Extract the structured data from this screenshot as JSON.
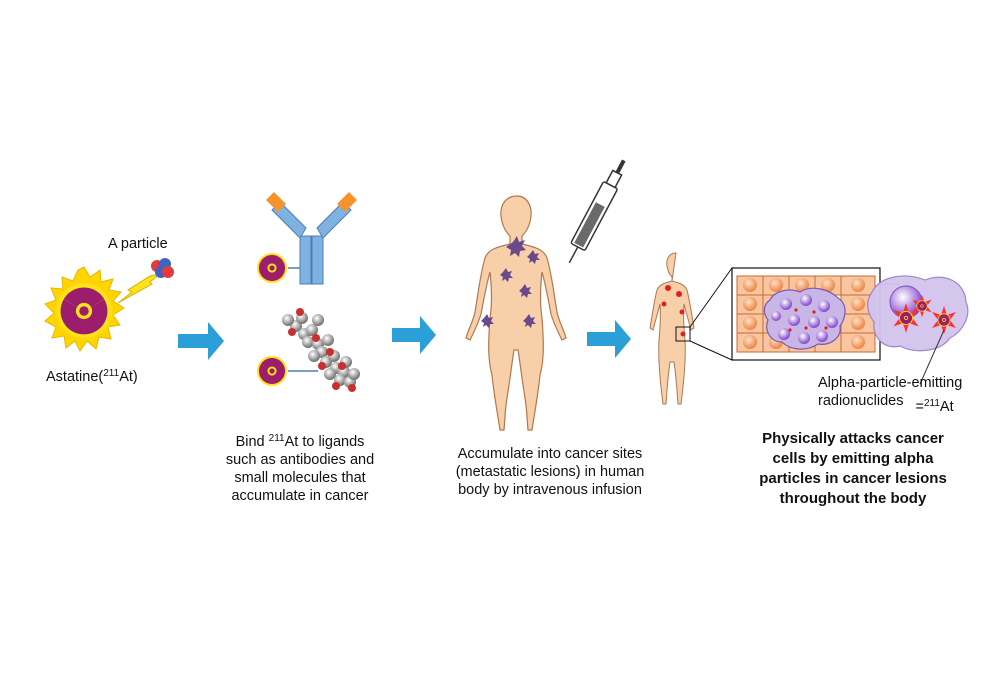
{
  "labels": {
    "particle": "A particle",
    "astatine_prefix": "Astatine(",
    "astatine_mass": "211",
    "astatine_suffix": "At)",
    "step1_line1_prefix": "Bind ",
    "step1_line1_mass": "211",
    "step1_line1_suffix": "At to ligands",
    "step1_line2": "such as antibodies and",
    "step1_line3": "small molecules that",
    "step1_line4": "accumulate  in cancer",
    "step2_line1": "Accumulate  into cancer sites",
    "step2_line2": "(metastatic lesions) in human",
    "step2_line3": "body by intravenous infusion",
    "step3_line1": "Physically  attacks cancer",
    "step3_line2": "cells by emitting alpha",
    "step3_line3": "particles  in cancer lesions",
    "step3_line4": "throughout the body",
    "callout_line1": "Alpha-particle-emitting",
    "callout_line2": "radionuclides",
    "callout_eq_prefix": "=",
    "callout_eq_mass": "211",
    "callout_eq_suffix": "At"
  },
  "colors": {
    "arrow": "#2a9fd8",
    "sun": "#ffd400",
    "radiation": "#9b1d6b",
    "skin": "#f7cfa8",
    "antibody_blue": "#7fb2e0",
    "antibody_orange": "#f5922a",
    "lesion": "#5a3b7a",
    "cell_orange": "#f5a062",
    "cancer_cell": "#b59bd8",
    "red_lesion": "#e02020"
  },
  "icons": [
    "radiation-sun-icon",
    "alpha-particle-icon",
    "antibody-icon",
    "molecule-icon",
    "syringe-icon",
    "human-body-icon",
    "tissue-icon"
  ]
}
